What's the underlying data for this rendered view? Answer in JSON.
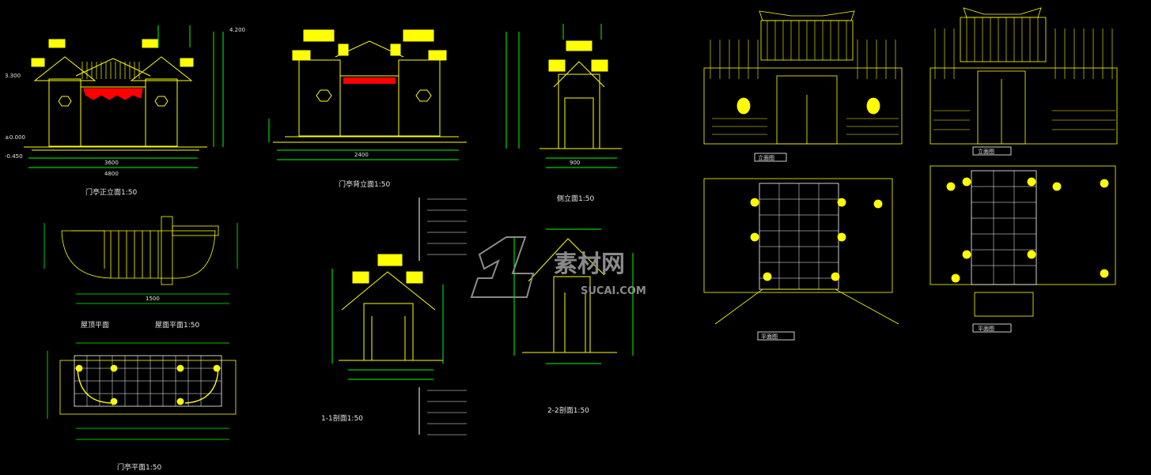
{
  "drawing": {
    "line_color": "#ffff00",
    "white_color": "#ffffff",
    "green_color": "#00ff00",
    "red_color": "#ff0000",
    "background": "#000000"
  },
  "labels": {
    "front_elevation": "门亭正立面1:50",
    "rear_elevation": "门亭背立面1:50",
    "side_elevation": "侧立面1:50",
    "roof_plan_a": "屋顶平面",
    "roof_plan_b": "屋面平面1:50",
    "floor_plan": "门亭平面1:50",
    "section_1": "1-1剖面1:50",
    "section_2": "2-2剖面1:50",
    "gate_elev_a": "立面图",
    "gate_elev_b": "立面图",
    "gate_plan_a": "平面图",
    "gate_plan_b": "平面图"
  },
  "levels": {
    "l1": "±0.000",
    "l2": "-0.450",
    "l3": "3.300",
    "l4": "4.200"
  },
  "dims": {
    "d1": "1500",
    "d2": "3600",
    "d3": "4800",
    "d4": "900",
    "d5": "2400"
  },
  "watermark": {
    "text_cn": "素材网",
    "text_en": "SUCAI.COM",
    "color": "#8a8a8a"
  }
}
